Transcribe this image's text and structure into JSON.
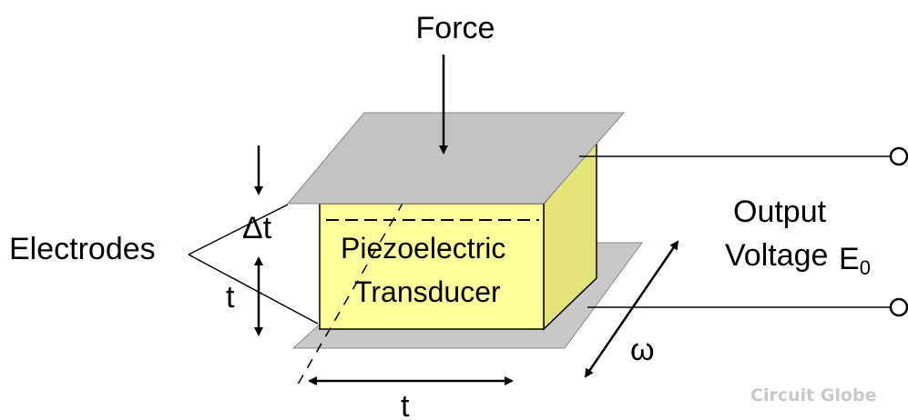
{
  "labels": {
    "force": "Force",
    "electrodes": "Electrodes",
    "delta_t": "Δt",
    "thickness_left": "t",
    "thickness_bottom": "t",
    "width": "ω",
    "material_line1": "Piezoelectric",
    "material_line2": "Transducer",
    "output_line1": "Output",
    "output_line2": "Voltage",
    "output_symbol": "E",
    "output_subscript": "0",
    "watermark": "Circuit Globe"
  },
  "colors": {
    "top_plate": "#c3c3c3",
    "bottom_plate": "#c8c8c8",
    "crystal_front": "#ffff9c",
    "crystal_side": "#e4e47a",
    "stroke": "#000000"
  }
}
